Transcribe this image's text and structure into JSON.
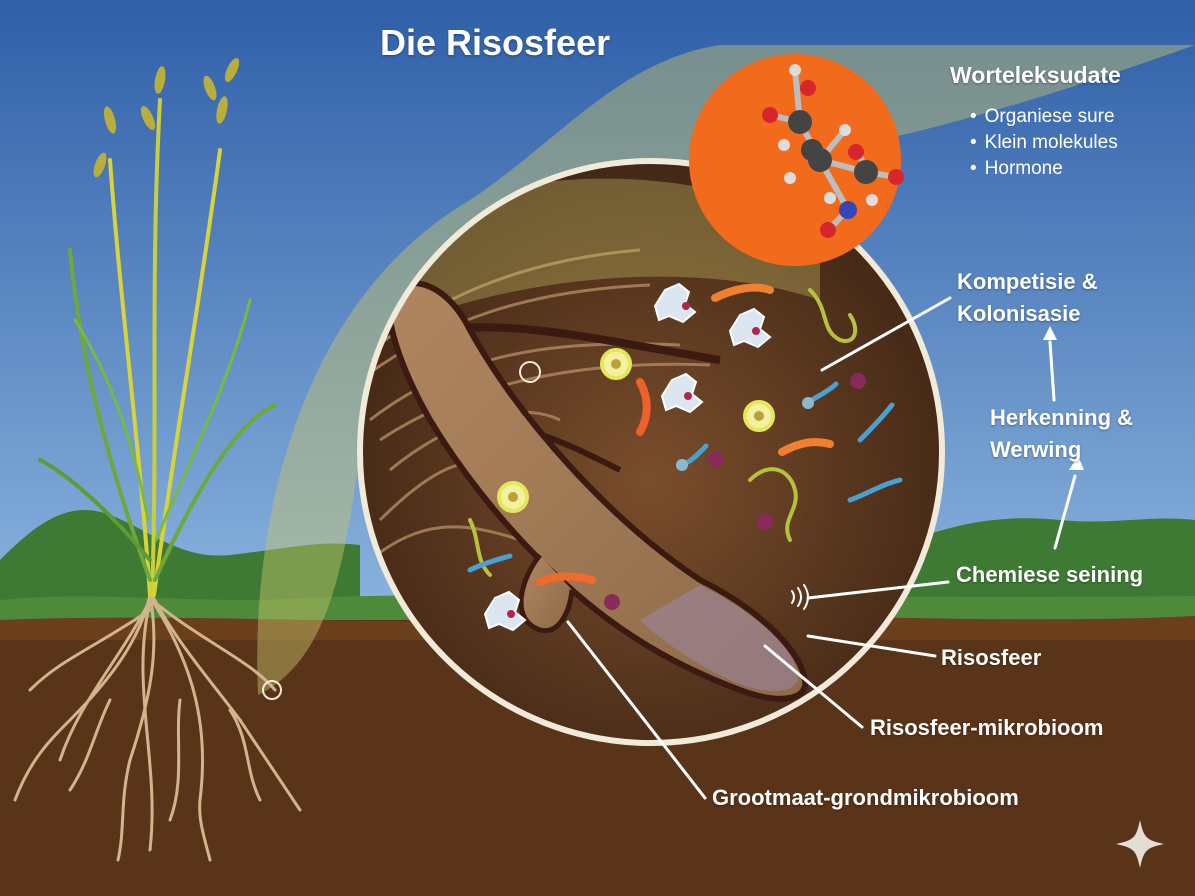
{
  "title": "Die Risosfeer",
  "exudates": {
    "heading": "Worteleksudate",
    "items": [
      "Organiese sure",
      "Klein molekules",
      "Hormone"
    ]
  },
  "labels": {
    "competition": [
      "Kompetisie &",
      "Kolonisasie"
    ],
    "recognition": [
      "Herkenning &",
      "Werwing"
    ],
    "signaling": "Chemiese seining",
    "rhizosphere": "Risosfeer",
    "rhizo_microbiome": "Risosfeer-mikrobioom",
    "bulk_microbiome": "Grootmaat-grondmikrobioom"
  },
  "colors": {
    "sky_top": "#2f5fa8",
    "sky_bottom": "#7aa6d6",
    "soil": "#5a3418",
    "grass": "#4f8a3a",
    "hill": "#3f7a35",
    "zoom_circle_bg": "#4a2c17",
    "zoom_border": "#f2ead8",
    "molecule_bg": "#f26a1b",
    "root_fill": "#a07a55",
    "overlay": "#c8c46a"
  }
}
